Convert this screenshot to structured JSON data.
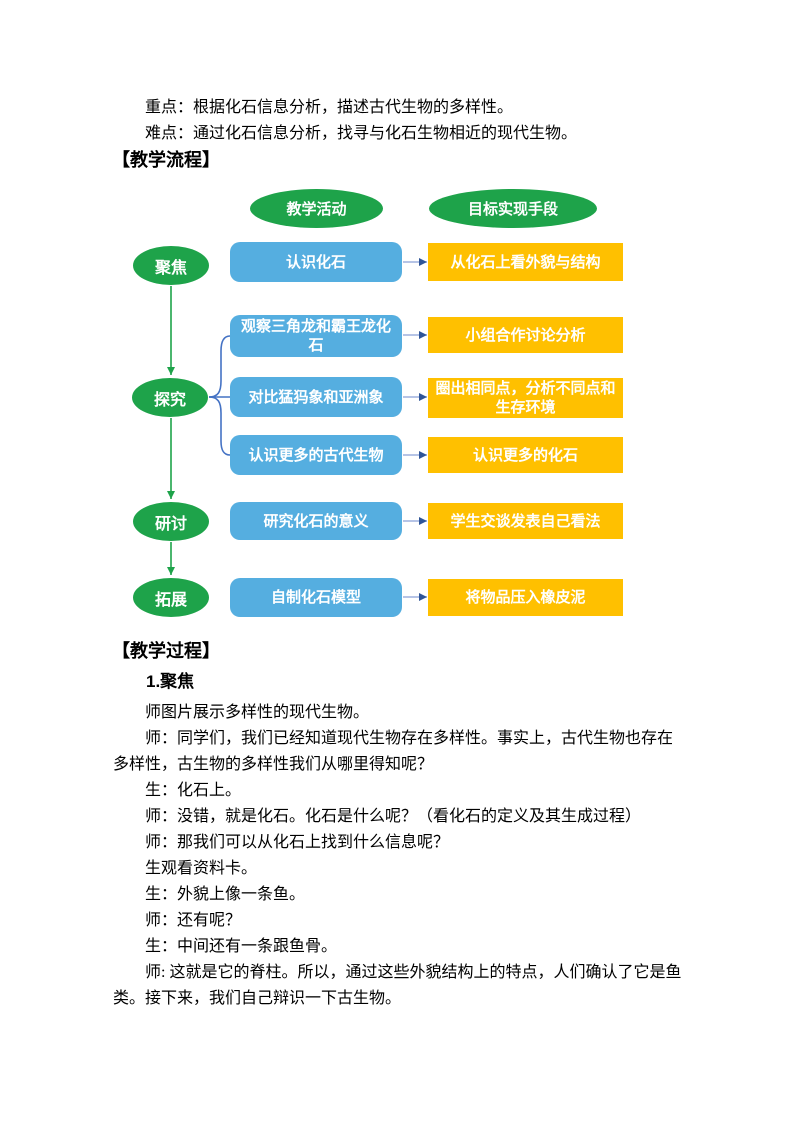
{
  "document": {
    "intro_lines": [
      "重点：根据化石信息分析，描述古代生物的多样性。",
      "难点：通过化石信息分析，找寻与化石生物相近的现代生物。"
    ],
    "section_flow_title": "【教学流程】",
    "section_process_title": "【教学过程】",
    "subsection_title": "1.聚焦"
  },
  "flowchart": {
    "column_headers": [
      "教学活动",
      "目标实现手段"
    ],
    "stages": [
      "聚焦",
      "探究",
      "研讨",
      "拓展"
    ],
    "rows": [
      {
        "activity": "认识化石",
        "method": "从化石上看外貌与结构"
      },
      {
        "activity": "观察三角龙和霸王龙化石",
        "method": "小组合作讨论分析"
      },
      {
        "activity": "对比猛犸象和亚洲象",
        "method": "圈出相同点，分析不同点和生存环境"
      },
      {
        "activity": "认识更多的古代生物",
        "method": "认识更多的化石"
      },
      {
        "activity": "研究化石的意义",
        "method": "学生交谈发表自己看法"
      },
      {
        "activity": "自制化石模型",
        "method": "将物品压入橡皮泥"
      }
    ],
    "colors": {
      "stage_green": "#1EA34A",
      "activity_blue": "#55AEE0",
      "method_yellow": "#FFC000",
      "connector_blue": "#4472C4",
      "arrow_shaft": "#9DB1DE",
      "arrow_head": "#2F5597"
    }
  },
  "dialogue": [
    "师图片展示多样性的现代生物。",
    "师：同学们，我们已经知道现代生物存在多样性。事实上，古代生物也存在多样性，古生物的多样性我们从哪里得知呢？",
    "生：化石上。",
    "师：没错，就是化石。化石是什么呢？（看化石的定义及其生成过程）",
    "师：那我们可以从化石上找到什么信息呢？",
    "生观看资料卡。",
    "生：外貌上像一条鱼。",
    "师：还有呢？",
    "生：中间还有一条跟鱼骨。",
    "师: 这就是它的脊柱。所以，通过这些外貌结构上的特点，人们确认了它是鱼类。接下来，我们自己辩识一下古生物。"
  ]
}
